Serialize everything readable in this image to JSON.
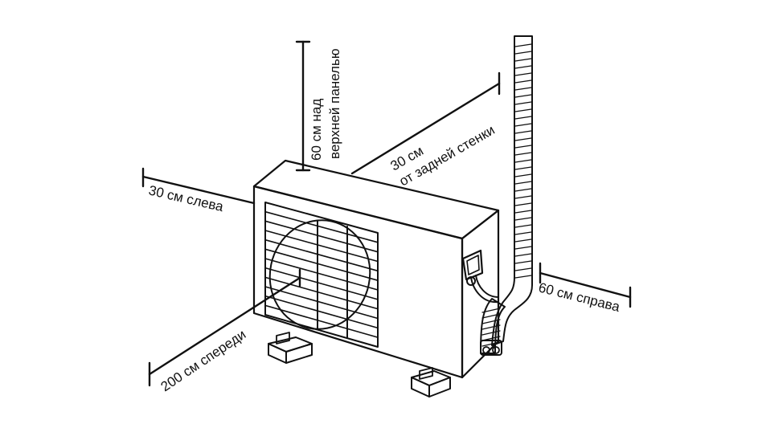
{
  "diagram": {
    "labels": {
      "top_line1": "60 см над",
      "top_line2": "верхней панелью",
      "back_line1": "30 см",
      "back_line2": "от задней стенки",
      "left": "30 см слева",
      "right": "60 см справа",
      "front": "200 см спереди"
    },
    "colors": {
      "line": "#111111",
      "background": "#ffffff"
    }
  }
}
